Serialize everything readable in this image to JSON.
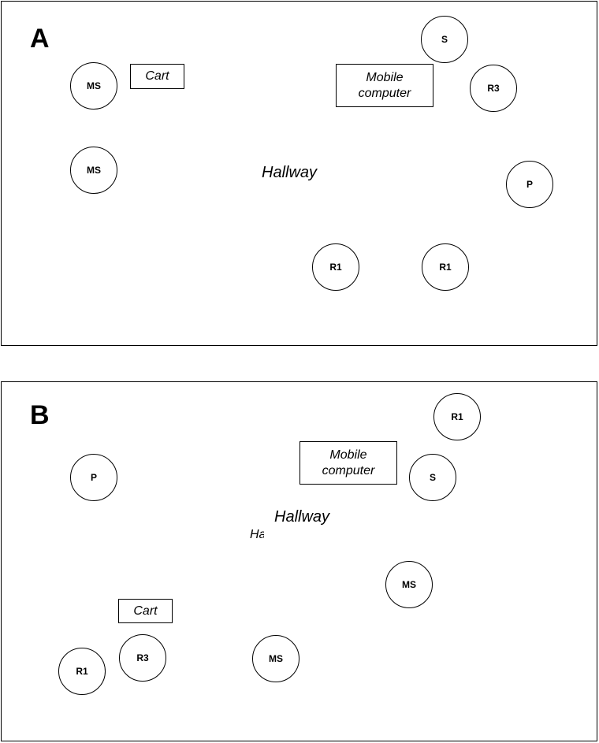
{
  "panel_a": {
    "letter": "A",
    "hallway": "Hallway",
    "cart": "Cart",
    "mobile_computer_line1": "Mobile",
    "mobile_computer_line2": "computer",
    "nodes": [
      "MS",
      "MS",
      "S",
      "R3",
      "P",
      "R1",
      "R1"
    ]
  },
  "panel_b": {
    "letter": "B",
    "hallway": "Hallway",
    "hallway_fragment": "Ha",
    "cart": "Cart",
    "mobile_computer_line1": "Mobile",
    "mobile_computer_line2": "computer",
    "nodes": [
      "R1",
      "S",
      "P",
      "MS",
      "R3",
      "R1",
      "MS"
    ]
  }
}
